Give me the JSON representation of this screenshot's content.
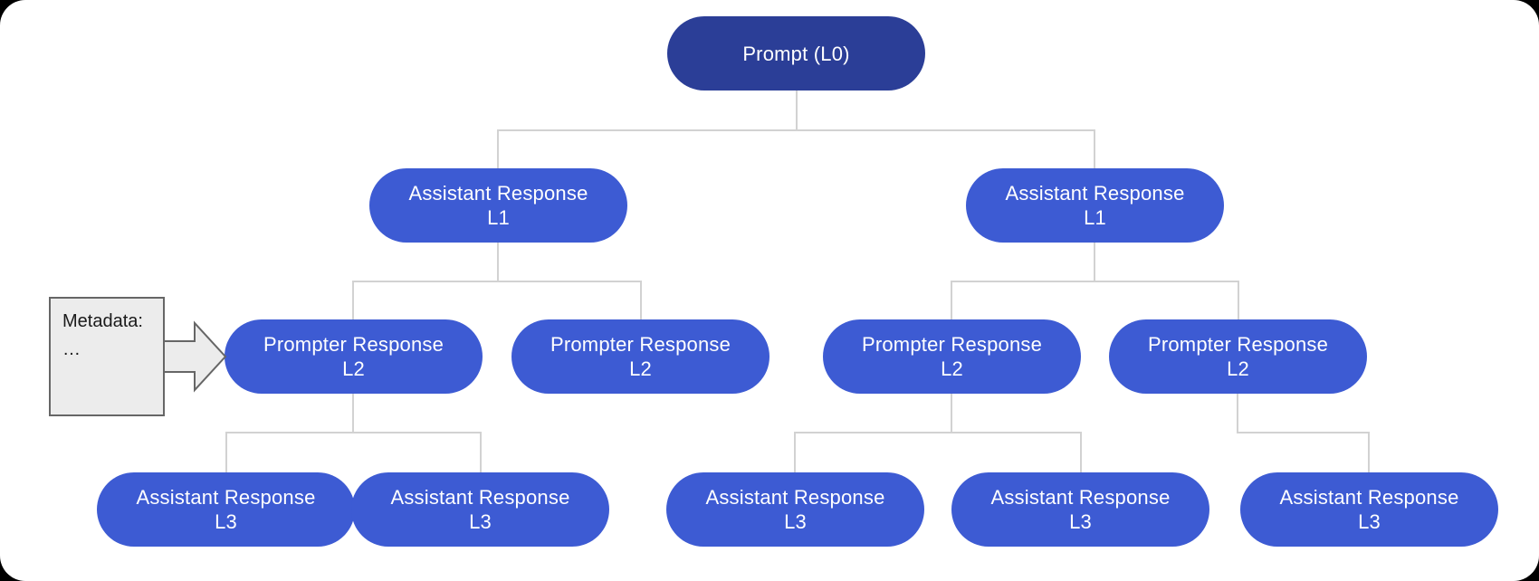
{
  "colors": {
    "canvas": "#ffffff",
    "root_fill": "#2b3e97",
    "node_fill": "#3d5bd3",
    "node_text": "#ffffff",
    "connector": "#d2d2d2",
    "note_fill": "#ececec",
    "note_border": "#666666",
    "note_text": "#1a1a1a"
  },
  "tree": {
    "root": {
      "label": "Prompt (L0)"
    },
    "l1_left": {
      "line1": "Assistant Response",
      "line2": "L1"
    },
    "l1_right": {
      "line1": "Assistant Response",
      "line2": "L1"
    },
    "l2_1": {
      "line1": "Prompter Response",
      "line2": "L2"
    },
    "l2_2": {
      "line1": "Prompter Response",
      "line2": "L2"
    },
    "l2_3": {
      "line1": "Prompter Response",
      "line2": "L2"
    },
    "l2_4": {
      "line1": "Prompter Response",
      "line2": "L2"
    },
    "l3_1": {
      "line1": "Assistant Response",
      "line2": "L3"
    },
    "l3_2": {
      "line1": "Assistant Response",
      "line2": "L3"
    },
    "l3_3": {
      "line1": "Assistant Response",
      "line2": "L3"
    },
    "l3_4": {
      "line1": "Assistant Response",
      "line2": "L3"
    },
    "l3_5": {
      "line1": "Assistant Response",
      "line2": "L3"
    }
  },
  "edges": [
    "root-l1_left",
    "root-l1_right",
    "l1_left-l2_1",
    "l1_left-l2_2",
    "l1_right-l2_3",
    "l1_right-l2_4",
    "l2_1-l3_1",
    "l2_1-l3_2",
    "l2_3-l3_3",
    "l2_3-l3_4",
    "l2_4-l3_5"
  ],
  "note": {
    "line1": "Metadata:",
    "line2": "…"
  }
}
